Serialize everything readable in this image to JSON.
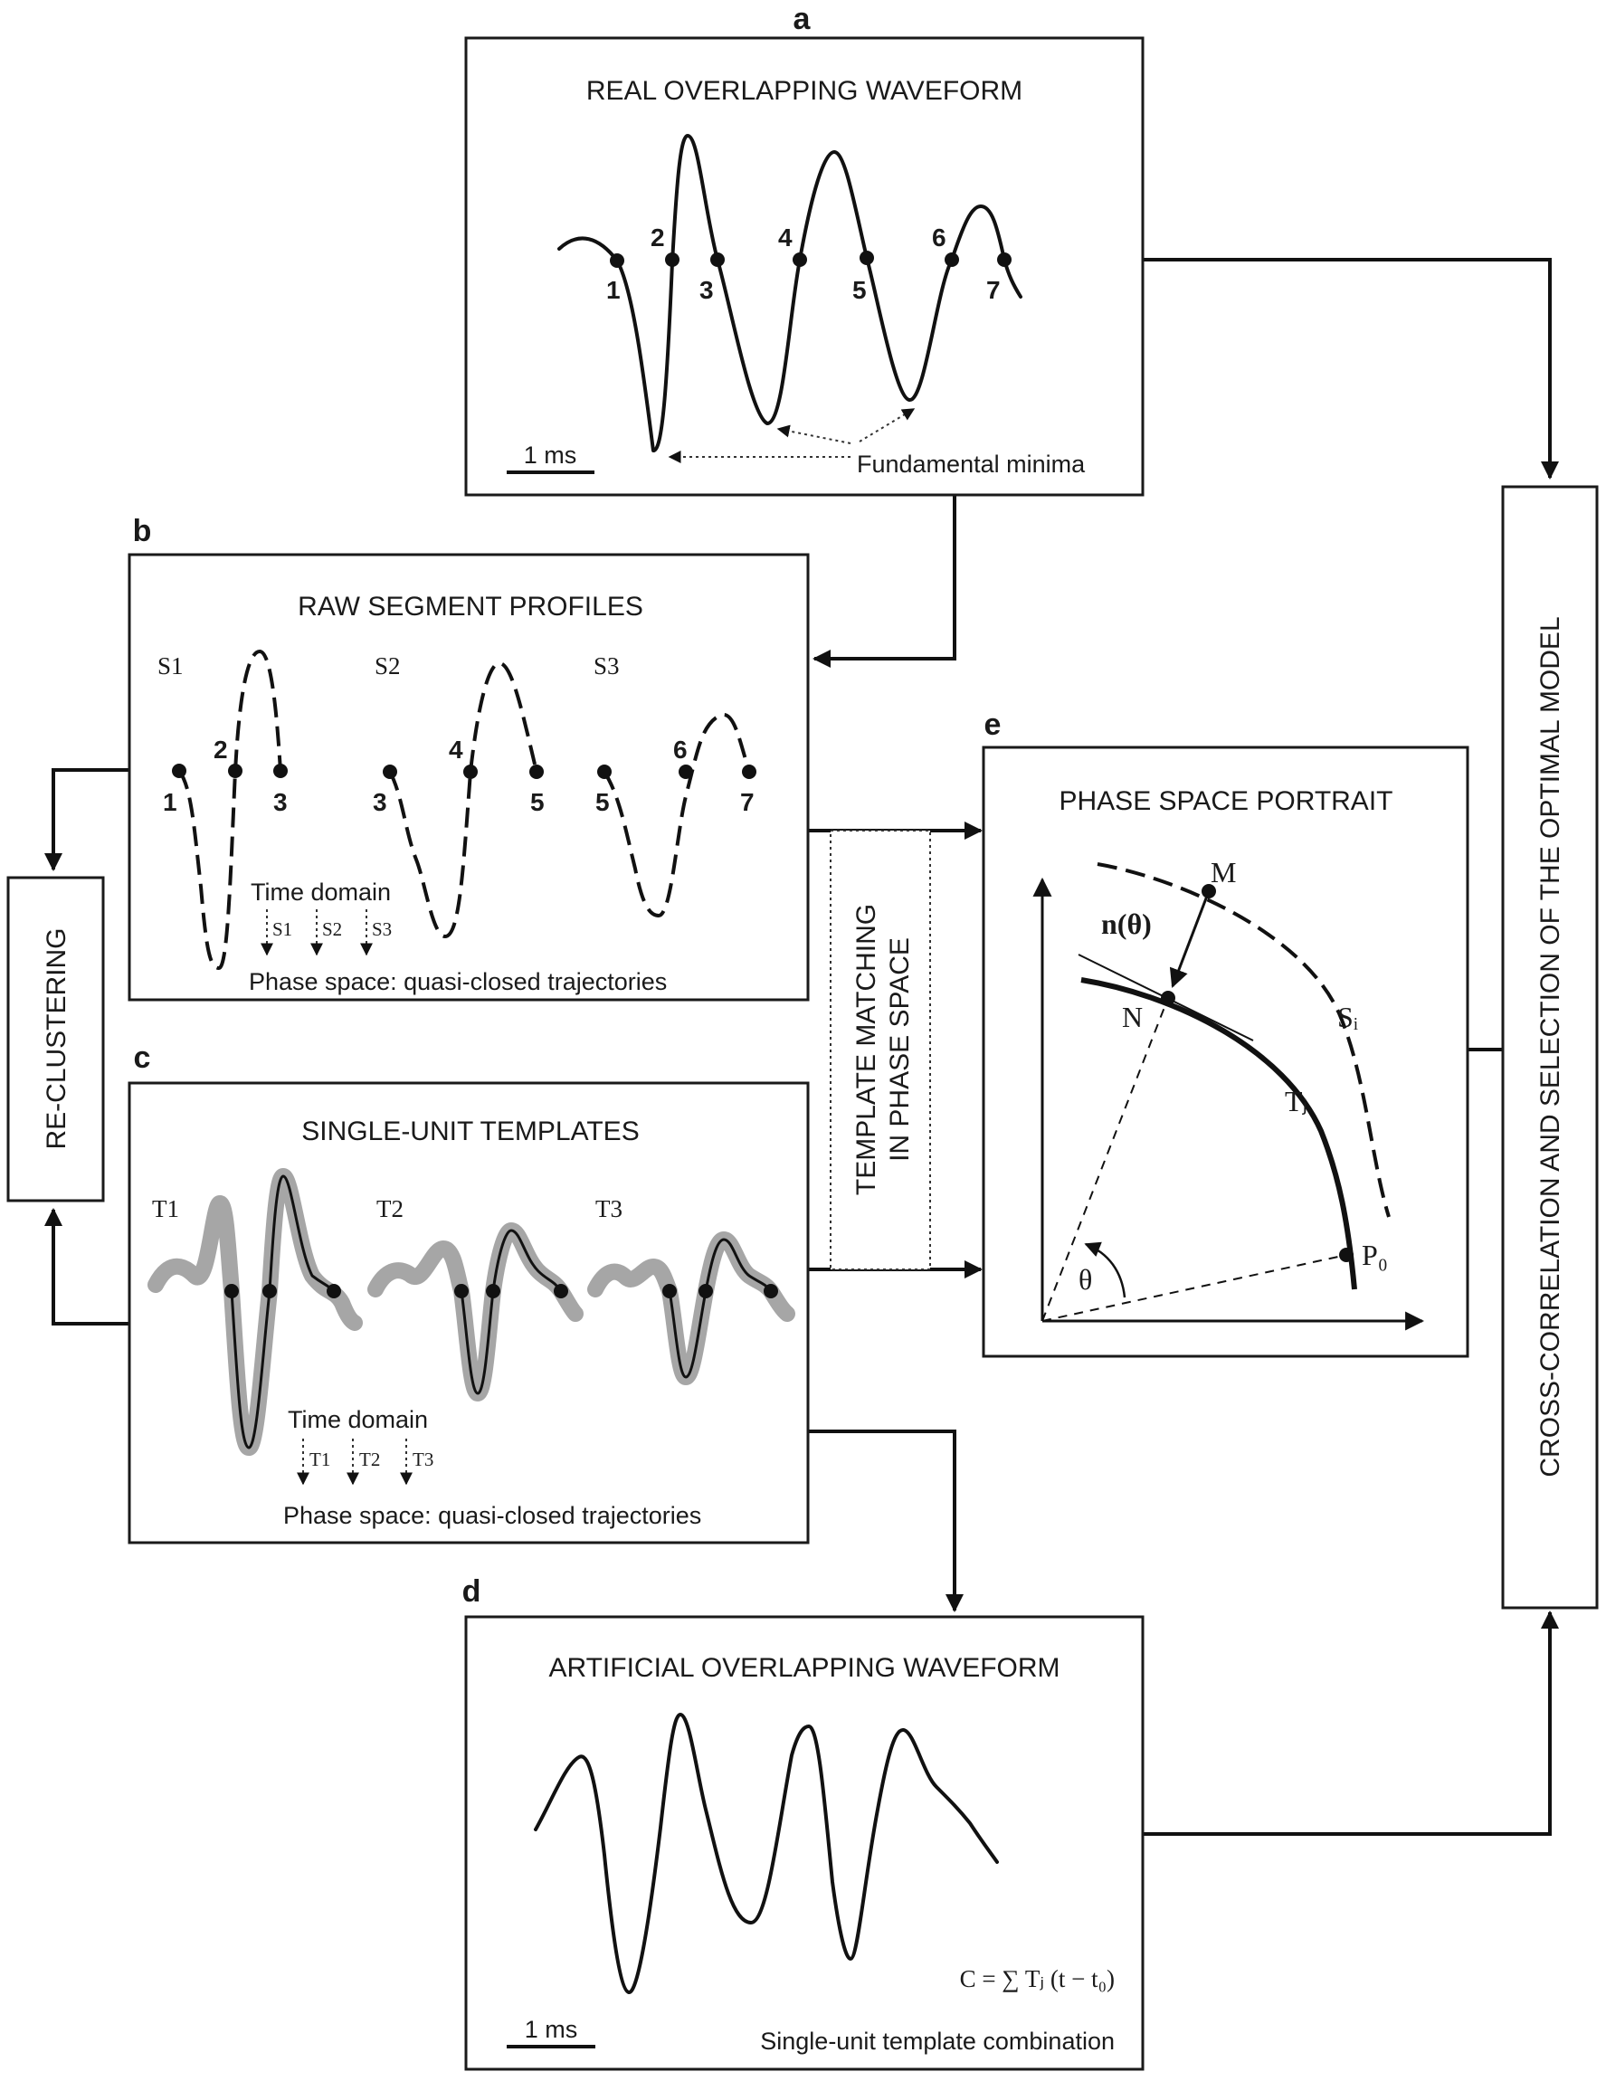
{
  "panels": {
    "a": {
      "letter": "a",
      "title": "REAL OVERLAPPING WAVEFORM",
      "points": [
        "1",
        "2",
        "3",
        "4",
        "5",
        "6",
        "7"
      ],
      "scale_label": "1 ms",
      "annotation": "Fundamental minima"
    },
    "b": {
      "letter": "b",
      "title": "RAW SEGMENT PROFILES",
      "segments": [
        "S1",
        "S2",
        "S3"
      ],
      "points": [
        "1",
        "2",
        "3",
        "3",
        "4",
        "5",
        "5",
        "6",
        "7"
      ],
      "time_domain": "Time domain",
      "arrow_labels": [
        "S1",
        "S2",
        "S3"
      ],
      "phase_space": "Phase space: quasi-closed trajectories"
    },
    "c": {
      "letter": "c",
      "title": "SINGLE-UNIT TEMPLATES",
      "templates": [
        "T1",
        "T2",
        "T3"
      ],
      "time_domain": "Time domain",
      "arrow_labels": [
        "T1",
        "T2",
        "T3"
      ],
      "phase_space": "Phase space: quasi-closed trajectories"
    },
    "d": {
      "letter": "d",
      "title": "ARTIFICIAL OVERLAPPING WAVEFORM",
      "formula": "C = ∑ Tⱼ (t − t₀)",
      "scale_label": "1 ms",
      "caption": "Single-unit template combination"
    },
    "e": {
      "letter": "e",
      "title": "PHASE SPACE PORTRAIT",
      "labels": {
        "M": "M",
        "N": "N",
        "normal": "n(θ)",
        "Si": "Sᵢ",
        "Tj": "Tⱼ",
        "P0": "P₀",
        "theta": "θ"
      }
    }
  },
  "side_boxes": {
    "reclustering": "RE-CLUSTERING",
    "template_matching_line1": "TEMPLATE MATCHING",
    "template_matching_line2": "IN PHASE SPACE",
    "cross_correlation": "CROSS-CORRELATION AND SELECTION OF THE OPTIMAL MODEL"
  }
}
